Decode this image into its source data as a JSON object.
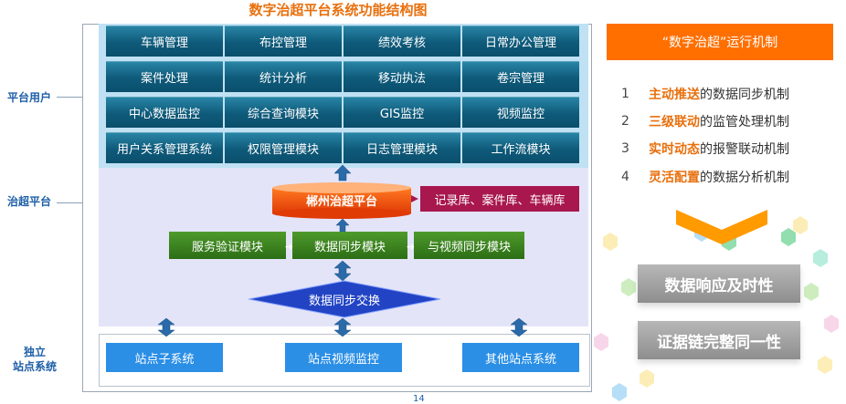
{
  "title": "数字治超平台系统功能结构图",
  "side_labels": {
    "users": "平台用户",
    "platform": "治超平台",
    "stations": "独立\n站点系统"
  },
  "user_modules": [
    [
      "车辆管理",
      "布控管理",
      "绩效考核",
      "日常办公管理"
    ],
    [
      "案件处理",
      "统计分析",
      "移动执法",
      "卷宗管理"
    ],
    [
      "中心数据监控",
      "综合查询模块",
      "GIS监控",
      "视频监控"
    ],
    [
      "用户关系管理系统",
      "权限管理模块",
      "日志管理模块",
      "工作流模块"
    ]
  ],
  "platform": {
    "db_label": "郴州治超平台",
    "stores_label": "记录库、案件库、车辆库",
    "services": [
      "服务验证模块",
      "数据同步模块",
      "与视频同步模块"
    ],
    "exchange_label": "数据同步交换"
  },
  "stations": [
    "站点子系统",
    "站点视频监控",
    "其他站点系统"
  ],
  "right_panel": {
    "header": "“数字治超”运行机制",
    "mechanisms": [
      {
        "num": "1",
        "highlight": "主动推送",
        "rest": "的数据同步机制"
      },
      {
        "num": "2",
        "highlight": "三级联动",
        "rest": "的监管处理机制"
      },
      {
        "num": "3",
        "highlight": "实时动态",
        "rest": "的报警联动机制"
      },
      {
        "num": "4",
        "highlight": "灵活配置",
        "rest": "的数据分析机制"
      }
    ],
    "results": [
      "数据响应及时性",
      "证据链完整同一性"
    ]
  },
  "page_number": "14",
  "colors": {
    "title_orange": "#e8700e",
    "module_teal": "#0f5a7a",
    "db_orange": "#ff5a10",
    "store_magenta": "#a8174e",
    "service_green": "#3a7f20",
    "exchange_blue": "#2040c0",
    "station_blue": "#2b8fe6",
    "header_orange": "#ff6f00"
  }
}
